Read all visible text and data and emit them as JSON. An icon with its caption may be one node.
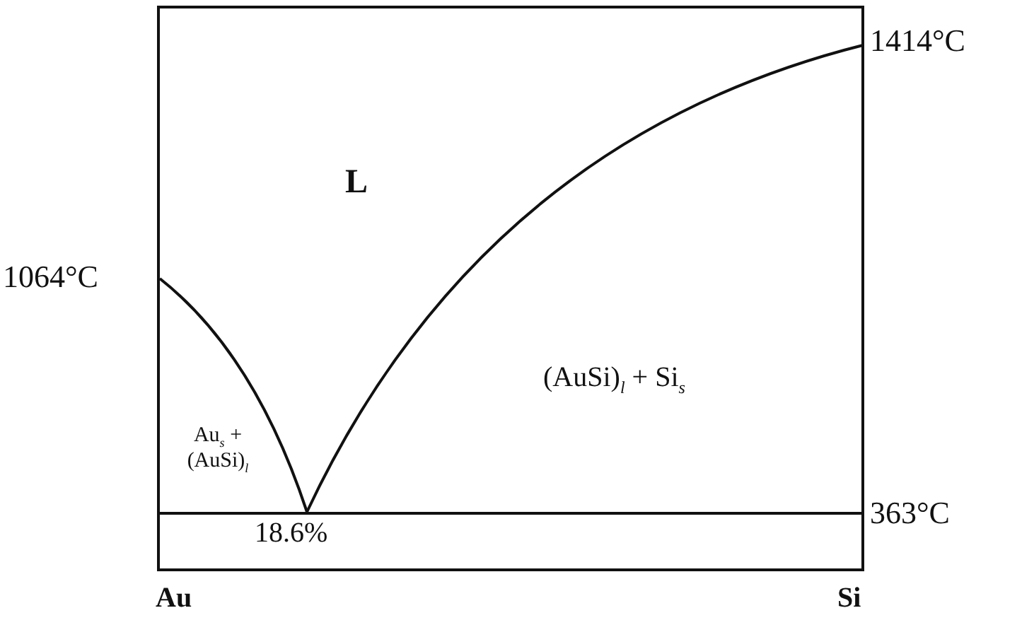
{
  "diagram": {
    "labels": [
      "1414°C",
      "L",
      "1064°C",
      "(AuSi)$_{l}$ + Si$_{s}$",
      "Au$_{s}$ + (AuSi)$_{l}$",
      "18.6%",
      "363°C",
      "Au",
      "Si"
    ]
  }
}
